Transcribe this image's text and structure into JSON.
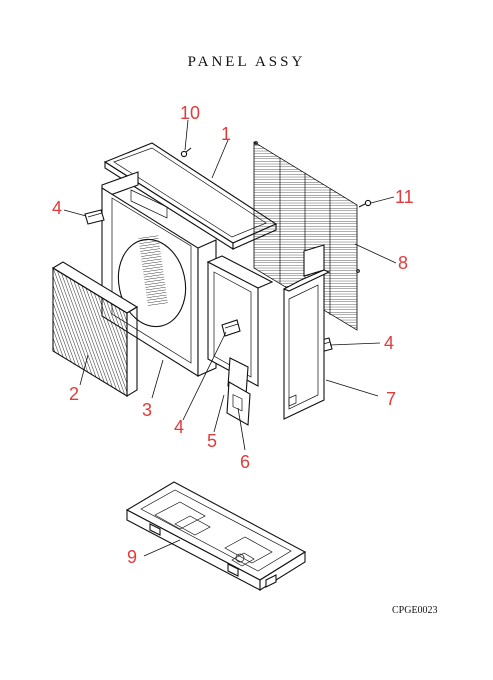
{
  "title": "PANEL ASSY",
  "figure_code": "CPGE0023",
  "callouts": {
    "part_1": "1",
    "part_2": "2",
    "part_3": "3",
    "part_4a": "4",
    "part_4b": "4",
    "part_4c": "4",
    "part_5": "5",
    "part_6": "6",
    "part_7": "7",
    "part_8": "8",
    "part_9": "9",
    "part_10": "10",
    "part_11": "11"
  },
  "colors": {
    "callout": "#e23b3b",
    "line": "#111111"
  }
}
